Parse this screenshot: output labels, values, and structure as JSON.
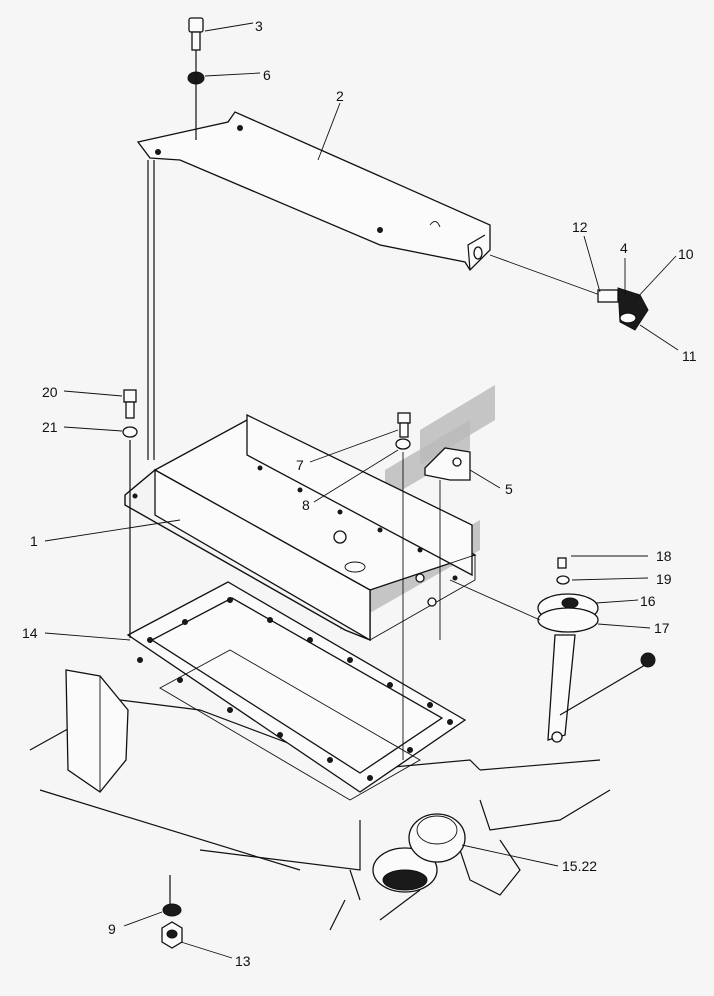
{
  "parts": [
    {
      "id": "p1",
      "label": "1"
    },
    {
      "id": "p2",
      "label": "2"
    },
    {
      "id": "p3",
      "label": "3"
    },
    {
      "id": "p4",
      "label": "4"
    },
    {
      "id": "p5",
      "label": "5"
    },
    {
      "id": "p6",
      "label": "6"
    },
    {
      "id": "p7",
      "label": "7"
    },
    {
      "id": "p8",
      "label": "8"
    },
    {
      "id": "p9",
      "label": "9"
    },
    {
      "id": "p10",
      "label": "10"
    },
    {
      "id": "p11",
      "label": "11"
    },
    {
      "id": "p12",
      "label": "12"
    },
    {
      "id": "p13",
      "label": "13"
    },
    {
      "id": "p14",
      "label": "14"
    },
    {
      "id": "p15",
      "label": "15.22"
    },
    {
      "id": "p16",
      "label": "16"
    },
    {
      "id": "p17",
      "label": "17"
    },
    {
      "id": "p18",
      "label": "18"
    },
    {
      "id": "p19",
      "label": "19"
    },
    {
      "id": "p20",
      "label": "20"
    },
    {
      "id": "p21",
      "label": "21"
    }
  ],
  "colors": {
    "line": "#111111",
    "watermark": "#b9b9b9",
    "background": "#f6f6f6"
  }
}
